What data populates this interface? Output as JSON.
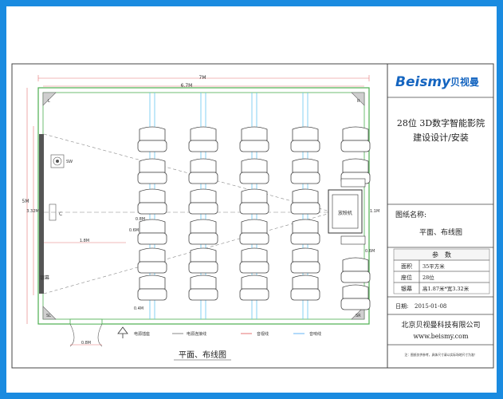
{
  "drawing": {
    "dimensions": {
      "outer_width": "7M",
      "inner_width": "6.7M",
      "outer_height": "5M",
      "screen_height": "3.32M",
      "seat_spacing_1": "0.8M",
      "seat_spacing_2": "0.6M",
      "seat_spacing_3": "0.4M",
      "projection_distance": "1.8M",
      "door_width": "0.8M",
      "rack_depth": "0.6M",
      "rack_side": "1.1M"
    },
    "labels": {
      "screen": "银幕",
      "projector": "放映机",
      "speaker_c": "C",
      "speaker_sw": "SW",
      "corner_l": "L",
      "corner_r": "R",
      "corner_sl": "SL",
      "corner_sr": "SR"
    },
    "legend": {
      "outlet": "电源插座",
      "power_line": "电源连接线",
      "video_line": "音视线",
      "speaker_line": "音响线"
    },
    "plan_caption": "平面、布线图",
    "seat_columns": 5
  },
  "title_block": {
    "brand_latin": "Beismy",
    "brand_cn": "贝视曼",
    "title_line1": "28位 3D数字智能影院",
    "title_line2": "建设设计/安装",
    "drawing_name_label": "图纸名称:",
    "drawing_name": "平面、布线图",
    "params_header": "参　数",
    "params": [
      {
        "key": "面积",
        "value": "35平方米"
      },
      {
        "key": "座位",
        "value": "28位"
      },
      {
        "key": "银幕",
        "value": "高1.87米*宽3.32米"
      }
    ],
    "date_label": "日期:",
    "date": "2015-01-08",
    "company": "北京贝视曼科技有限公司",
    "website": "www.beismy.com",
    "note": "注：图纸仅供参考，具体尺寸请以实际场地尺寸为准！"
  },
  "colors": {
    "frame": "#1a8be0",
    "wall": "#4caf50",
    "video_line": "#66c6f0",
    "dim_line": "#e57373",
    "speaker_line": "#64b5f6"
  }
}
